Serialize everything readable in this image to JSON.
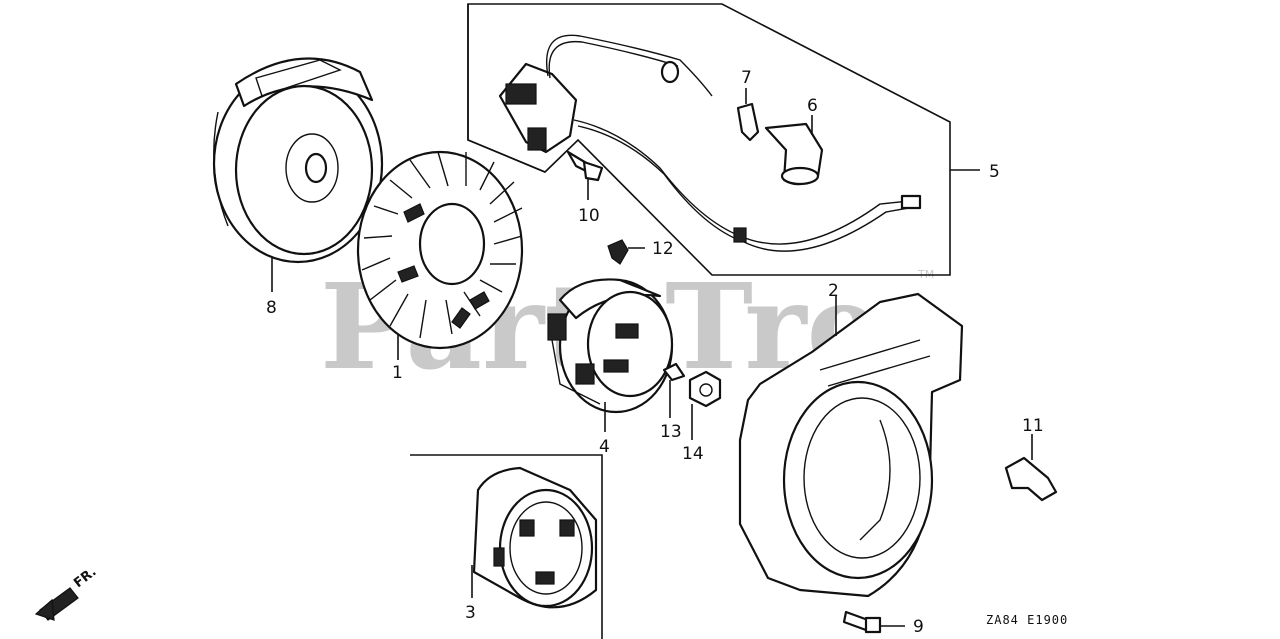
{
  "watermark": {
    "text": "PartsTree",
    "trademark": "TM"
  },
  "drawing_code": "ZA84 E1900",
  "front_indicator": "FR.",
  "callouts": [
    {
      "id": "1",
      "label": "1"
    },
    {
      "id": "2",
      "label": "2"
    },
    {
      "id": "3",
      "label": "3"
    },
    {
      "id": "4",
      "label": "4"
    },
    {
      "id": "5",
      "label": "5"
    },
    {
      "id": "6",
      "label": "6"
    },
    {
      "id": "7",
      "label": "7"
    },
    {
      "id": "8",
      "label": "8"
    },
    {
      "id": "9",
      "label": "9"
    },
    {
      "id": "10",
      "label": "10"
    },
    {
      "id": "11",
      "label": "11"
    },
    {
      "id": "12",
      "label": "12"
    },
    {
      "id": "13",
      "label": "13"
    },
    {
      "id": "14",
      "label": "14"
    }
  ],
  "parts": [
    {
      "name": "flywheel",
      "icon": "flywheel-icon"
    },
    {
      "name": "cooling-fan",
      "icon": "fan-icon"
    },
    {
      "name": "fan-cover",
      "icon": "cover-icon"
    },
    {
      "name": "starter-pulley",
      "icon": "pulley-icon"
    },
    {
      "name": "starter-cup",
      "icon": "cup-icon"
    },
    {
      "name": "ignition-coil-assembly",
      "icon": "coil-icon"
    },
    {
      "name": "spark-plug-cap",
      "icon": "plug-cap-icon"
    },
    {
      "name": "clip",
      "icon": "clip-icon"
    },
    {
      "name": "bolt",
      "icon": "bolt-icon"
    },
    {
      "name": "stay",
      "icon": "bracket-icon"
    },
    {
      "name": "clamp",
      "icon": "clamp-icon"
    },
    {
      "name": "key",
      "icon": "key-icon"
    },
    {
      "name": "nut",
      "icon": "nut-icon"
    }
  ]
}
